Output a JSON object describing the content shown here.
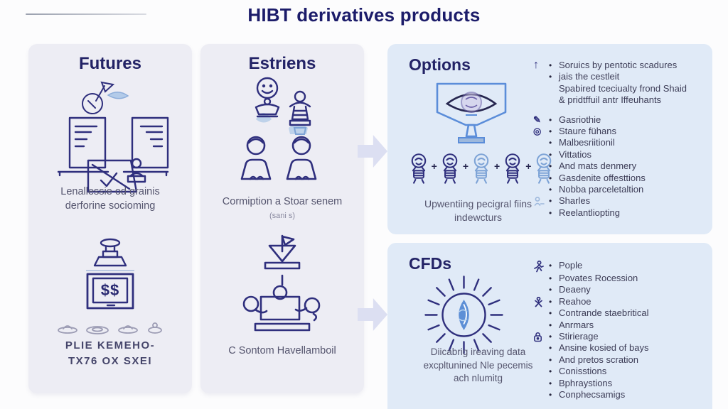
{
  "page": {
    "title": "HIBT derivatives products"
  },
  "icons": {
    "arrow_up": "↑",
    "pencil": "✎",
    "target": "◎"
  },
  "futures_panel": {
    "title": "Futures",
    "caption1_line1": "Lenallessie od grainis",
    "caption1_line2": "derforine socioming",
    "tablet_label": "$$",
    "caption2_line1": "PLIE KEMEHO-",
    "caption2_line2": "TX76 OX SXEI"
  },
  "estriens_panel": {
    "title": "Estriens",
    "caption1": "Cormiption a Stoar senem",
    "caption1_sub": "(sani s)",
    "caption2": "C Sontom Havellamboil"
  },
  "options_panel": {
    "title": "Options",
    "plus": "+",
    "caption_line1": "Upwentiing pecigral fiins",
    "caption_line2": "indewcturs",
    "bullets": [
      {
        "text": "Soruics by pentotic scadures"
      },
      {
        "text": "jais the cestleit"
      },
      {
        "text": "Spabired tceciualty frond Shaid"
      },
      {
        "text": "& pridtffuil antr Iffeuhants"
      },
      {
        "text": "Gasriothie"
      },
      {
        "text": "Staure fühans"
      },
      {
        "text": "Malbesriitionil"
      },
      {
        "text": "Vittatios"
      },
      {
        "text": "And mats denmery"
      },
      {
        "text": "Gasdenite offesttions"
      },
      {
        "text": "Nobba parceletaltion"
      },
      {
        "text": "Sharles"
      },
      {
        "text": "Reelantliopting"
      }
    ]
  },
  "cfds_panel": {
    "title": "CFDs",
    "caption_line1": "Diicabrig ireaving data",
    "caption_line2": "excpltunined Nle pecemis",
    "caption_line3": "ach nlumitg",
    "bullets": [
      {
        "text": "Pople"
      },
      {
        "text": "Povates Rocession"
      },
      {
        "text": "Deaeny"
      },
      {
        "text": "Reahoe"
      },
      {
        "text": "Contrande staebritical"
      },
      {
        "text": "Anrmars"
      },
      {
        "text": "Stirierage"
      },
      {
        "text": "Ansine kosied of bays"
      },
      {
        "text": "And pretos scration"
      },
      {
        "text": "Conisstions"
      },
      {
        "text": "Bphraystions"
      },
      {
        "text": "Conphecsamigs"
      }
    ]
  },
  "colors": {
    "navy": "#2f2f7d",
    "title_navy": "#1c1c6a",
    "panel_lavender": "#ededf4",
    "panel_blue": "#e0eaf7",
    "accent_blue": "#5b8dd9",
    "light_blue": "#a9c6e8",
    "arrow": "#dcdff2"
  }
}
